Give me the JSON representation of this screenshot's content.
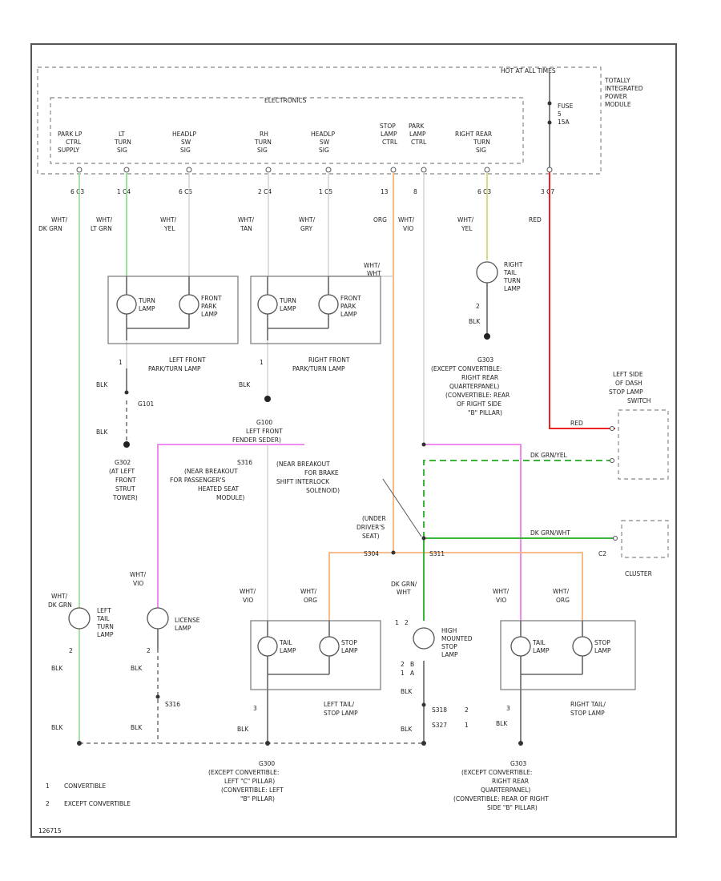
{
  "labels": {
    "hot_at_all_times": "HOT AT ALL TIMES",
    "tipm_1": "TOTALLY",
    "tipm_2": "INTEGRATED",
    "tipm_3": "POWER",
    "tipm_4": "MODULE",
    "fuse_1": "FUSE",
    "fuse_2": "5",
    "fuse_3": "15A",
    "electronics": "ELECTRONICS",
    "m_park_1": "PARK LP",
    "m_park_2": "CTRL",
    "m_park_3": "SUPPLY",
    "m_lt_1": "LT",
    "m_lt_2": "TURN",
    "m_lt_3": "SIG",
    "m_head1_1": "HEADLP",
    "m_head1_2": "SW",
    "m_head1_3": "SIG",
    "m_rh_1": "RH",
    "m_rh_2": "TURN",
    "m_rh_3": "SIG",
    "m_head2_1": "HEADLP",
    "m_head2_2": "SW",
    "m_head2_3": "SIG",
    "m_stop_1": "STOP",
    "m_stop_2": "LAMP",
    "m_stop_3": "CTRL",
    "m_spark_1": "PARK",
    "m_spark_2": "LAMP",
    "m_spark_3": "CTRL",
    "m_rr_1": "RIGHT REAR",
    "m_rr_2": "TURN",
    "m_rr_3": "SIG",
    "c1": "6 C3",
    "c2": "1 C4",
    "c3": "6 C5",
    "c4": "2 C4",
    "c5": "1 C5",
    "c6": "13",
    "c7": "8",
    "c8": "6 C3",
    "c9": "3 C7",
    "w1a": "WHT/",
    "w1b": "DK GRN",
    "w2a": "WHT/",
    "w2b": "LT GRN",
    "w3a": "WHT/",
    "w3b": "YEL",
    "w4a": "WHT/",
    "w4b": "TAN",
    "w5a": "WHT/",
    "w5b": "GRY",
    "w6": "ORG",
    "w7a": "WHT/",
    "w7b": "VIO",
    "w8a": "WHT/",
    "w8b": "YEL",
    "w9": "RED",
    "w10a": "WHT/",
    "w10b": "WHT",
    "turn_lamp_1": "TURN",
    "turn_lamp_2": "LAMP",
    "front_park_1": "FRONT",
    "front_park_2": "PARK",
    "front_park_3": "LAMP",
    "lf_name_1": "LEFT FRONT",
    "lf_name_2": "PARK/TURN LAMP",
    "rf_name_1": "RIGHT FRONT",
    "rf_name_2": "PARK/TURN LAMP",
    "rtt_1": "RIGHT",
    "rtt_2": "TAIL",
    "rtt_3": "TURN",
    "rtt_4": "LAMP",
    "blk": "BLK",
    "g101": "G101",
    "g302": "G302",
    "g302_d1": "(AT LEFT",
    "g302_d2": "FRONT",
    "g302_d3": "STRUT",
    "g302_d4": "TOWER)",
    "g100": "G100",
    "g100_d1": "LEFT FRONT",
    "g100_d2": "FENDER SEDER)",
    "s316": "S316",
    "s316_d1": "(NEAR BREAKOUT",
    "s316_d2": "FOR PASSENGER'S",
    "s316_d3": "HEATED SEAT",
    "s316_d4": "MODULE)",
    "g303": "G303",
    "g303_d1": "(EXCEPT CONVERTIBLE:",
    "g303_d2": "RIGHT REAR",
    "g303_d3": "QUARTERPANEL)",
    "g303_d4": "(CONVERTIBLE: REAR",
    "g303_d5": "OF RIGHT SIDE",
    "g303_d6": "\"B\" PILLAR)",
    "brake_1": "(NEAR BREAKOUT",
    "brake_2": "FOR BRAKE",
    "brake_3": "SHIFT INTERLOCK",
    "brake_4": "SOLENOID)",
    "under_1": "(UNDER",
    "under_2": "DRIVER'S",
    "under_3": "SEAT)",
    "s304": "S304",
    "s311": "S311",
    "dk_grn_wht_1": "DK GRN/",
    "dk_grn_wht_2": "WHT",
    "lss_1": "LEFT SIDE",
    "lss_2": "OF DASH",
    "lss_3": "STOP LAMP",
    "lss_4": "SWITCH",
    "wire_red": "RED",
    "wire_dkgrnwht": "DK GRN/WHT",
    "wire_dkgrnyel": "DK GRN/YEL",
    "c2_label": "C2",
    "cluster": "CLUSTER",
    "ltt_1": "LEFT",
    "ltt_2": "TAIL",
    "ltt_3": "TURN",
    "ltt_4": "LAMP",
    "license_1": "LICENSE",
    "license_2": "LAMP",
    "tail_1": "TAIL",
    "tail_2": "LAMP",
    "stop_1": "STOP",
    "stop_2": "LAMP",
    "hm_1": "HIGH",
    "hm_2": "MOUNTED",
    "hm_3": "STOP",
    "hm_4": "LAMP",
    "wvio": "WHT/",
    "wvio_b": "VIO",
    "worg": "WHT/",
    "worg_b": "ORG",
    "lts_1": "LEFT TAIL/",
    "lts_2": "STOP LAMP",
    "rts_1": "RIGHT TAIL/",
    "rts_2": "STOP LAMP",
    "s316b": "S316",
    "s318": "S318",
    "s327": "S327",
    "g300": "G300",
    "g300_d1": "(EXCEPT CONVERTIBLE:",
    "g300_d2": "LEFT \"C\" PILLAR)",
    "g300_d3": "(CONVERTIBLE: LEFT",
    "g300_d4": "\"B\" PILLAR)",
    "g303b": "G303",
    "g303b_d1": "(EXCEPT CONVERTIBLE:",
    "g303b_d2": "RIGHT REAR",
    "g303b_d3": "QUARTERPANEL)",
    "g303b_d4": "(CONVERTIBLE: REAR OF RIGHT",
    "g303b_d5": "SIDE \"B\" PILLAR)",
    "legend_1": "CONVERTIBLE",
    "legend_2": "EXCEPT CONVERTIBLE",
    "legend_k1": "1",
    "legend_k2": "2",
    "pin_1": "1",
    "pin_2": "2",
    "pin_3": "3",
    "pin_a": "A",
    "pin_b": "B",
    "code": "126715"
  },
  "colors": {
    "dk_grn": "#9fdc9f",
    "lt_grn": "#8fe08f",
    "yel": "#d6d67a",
    "org": "#f5b37a",
    "red": "#ee2222",
    "vio": "#ee7cee",
    "green": "#39b539"
  }
}
